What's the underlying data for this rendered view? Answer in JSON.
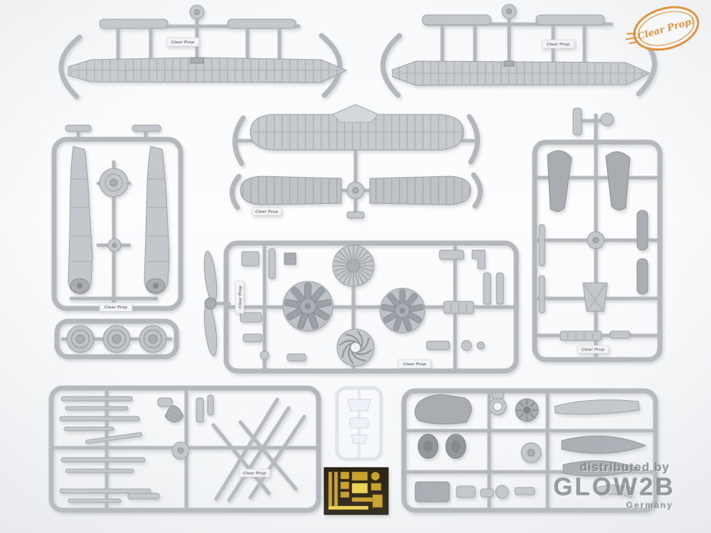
{
  "logo": {
    "text": "Clear Prop!",
    "color": "#e8831d"
  },
  "sprue_tag": {
    "label": "Clear Prop"
  },
  "watermark": {
    "line1": "distributed by",
    "line2": "GLOW2B",
    "line3": "Germany",
    "color": "#84888d"
  },
  "colors": {
    "background": "#f8f9fa",
    "runner": "#b4b8bc",
    "plastic": "#c4c8cc",
    "plastic_dark": "#a9adb2",
    "plastic_light": "#d4d8dc",
    "clear_part": "#e9eff5",
    "photo_etch_base": "#2c2315",
    "photo_etch_gold": "#c9a227",
    "logo": "#e8831d"
  }
}
